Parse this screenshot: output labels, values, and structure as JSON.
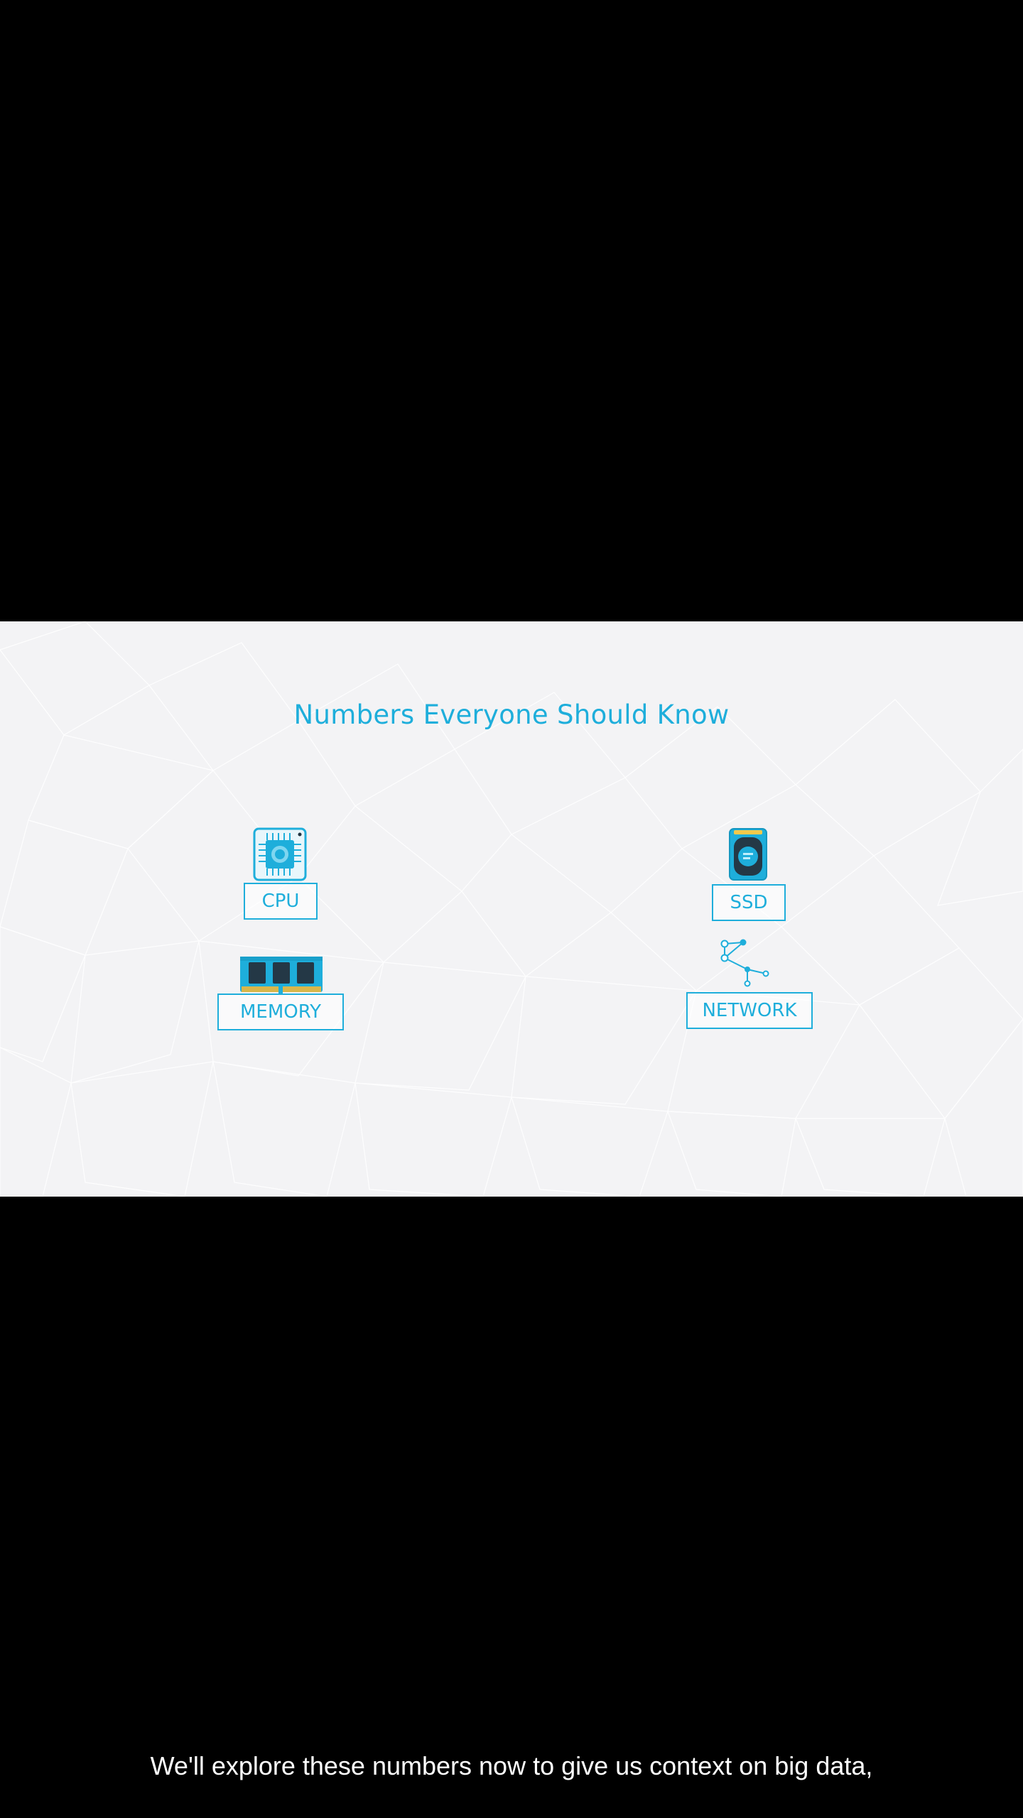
{
  "slide": {
    "title": "Numbers Everyone Should Know",
    "accent_color": "#1eaedb",
    "items": [
      {
        "label": "CPU",
        "icon": "cpu-chip-icon"
      },
      {
        "label": "SSD",
        "icon": "ssd-drive-icon"
      },
      {
        "label": "MEMORY",
        "icon": "memory-module-icon"
      },
      {
        "label": "NETWORK",
        "icon": "network-nodes-icon"
      }
    ]
  },
  "caption": {
    "text": "We'll explore these numbers now to give us context on big data,"
  }
}
